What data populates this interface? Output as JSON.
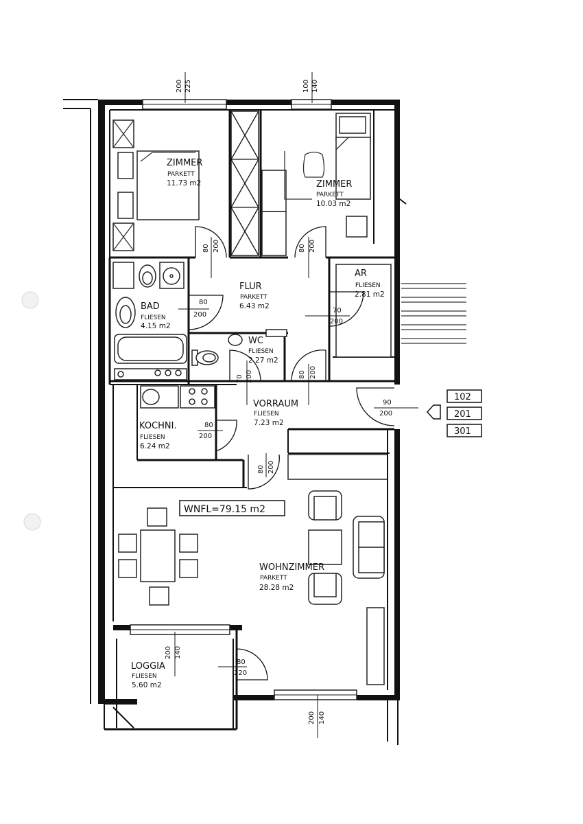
{
  "plan": {
    "rooms": {
      "zimmer1": {
        "name": "ZIMMER",
        "material": "PARKETT",
        "area": "11.73 m2"
      },
      "zimmer2": {
        "name": "ZIMMER",
        "material": "PARKETT",
        "area": "10.03 m2"
      },
      "flur": {
        "name": "FLUR",
        "material": "PARKETT",
        "area": "6.43 m2"
      },
      "ar": {
        "name": "AR",
        "material": "FLIESEN",
        "area": "2.81 m2"
      },
      "bad": {
        "name": "BAD",
        "material": "FLIESEN",
        "area": "4.15 m2"
      },
      "wc": {
        "name": "WC",
        "material": "FLIESEN",
        "area": "2.27 m2"
      },
      "vorraum": {
        "name": "VORRAUM",
        "material": "FLIESEN",
        "area": "7.23 m2"
      },
      "kochni": {
        "name": "KOCHNI.",
        "material": "FLIESEN",
        "area": "6.24 m2"
      },
      "wohnzimmer": {
        "name": "WOHNZIMMER",
        "material": "PARKETT",
        "area": "28.28 m2"
      },
      "loggia": {
        "name": "LOGGIA",
        "material": "FLIESEN",
        "area": "5.60 m2"
      }
    },
    "total_area": "WNFL=79.15 m2",
    "door_tags": [
      "102",
      "201",
      "301"
    ],
    "dims": {
      "top_win1": [
        "200",
        "225"
      ],
      "top_win2": [
        "100",
        "140"
      ],
      "z1_door": [
        "80",
        "200"
      ],
      "z2_door": [
        "80",
        "200"
      ],
      "bad_door": [
        "80",
        "200"
      ],
      "ar_door": [
        "70",
        "200"
      ],
      "wc_door": [
        "70",
        "200"
      ],
      "flur_door": [
        "80",
        "200"
      ],
      "entry_door": [
        "90",
        "200"
      ],
      "koch_door": [
        "80",
        "200"
      ],
      "wohn_door": [
        "80",
        "200"
      ],
      "loggia_win": [
        "200",
        "140"
      ],
      "loggia_door": [
        "80",
        "220"
      ],
      "bottom_win": [
        "200",
        "140"
      ]
    }
  }
}
